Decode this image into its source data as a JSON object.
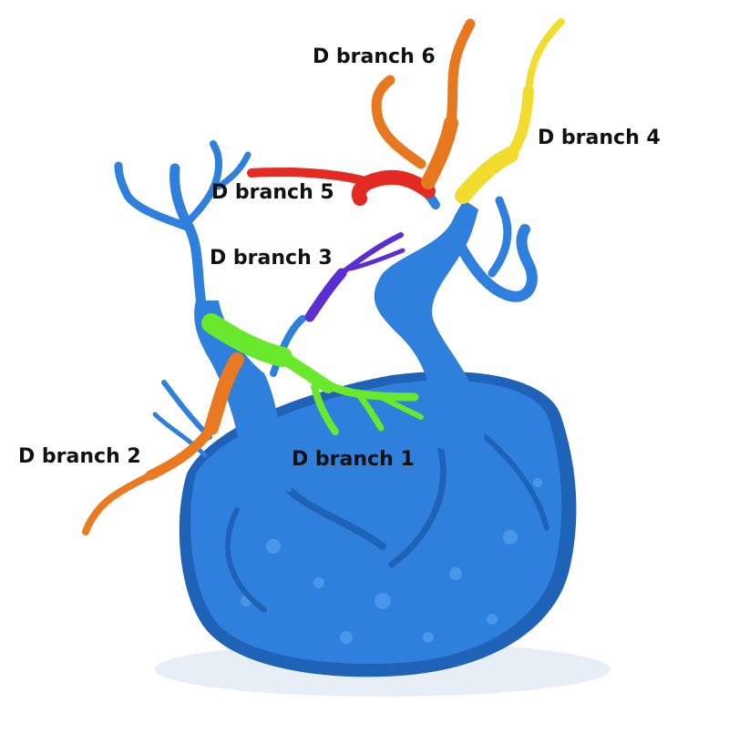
{
  "colors": {
    "base": "#2f7fdc",
    "base_shade": "#1f63b8",
    "base_light": "#4a96ea",
    "branch_1": "#6ae82c",
    "branch_2": "#ea7a22",
    "branch_3": "#5a2ed0",
    "branch_4": "#f2dc2e",
    "branch_5": "#e42a22",
    "branch_6": "#e8781e"
  },
  "labels": {
    "branch_1": "D branch 1",
    "branch_2": "D branch 2",
    "branch_3": "D branch 3",
    "branch_4": "D branch 4",
    "branch_5": "D branch 5",
    "branch_6": "D branch 6"
  }
}
